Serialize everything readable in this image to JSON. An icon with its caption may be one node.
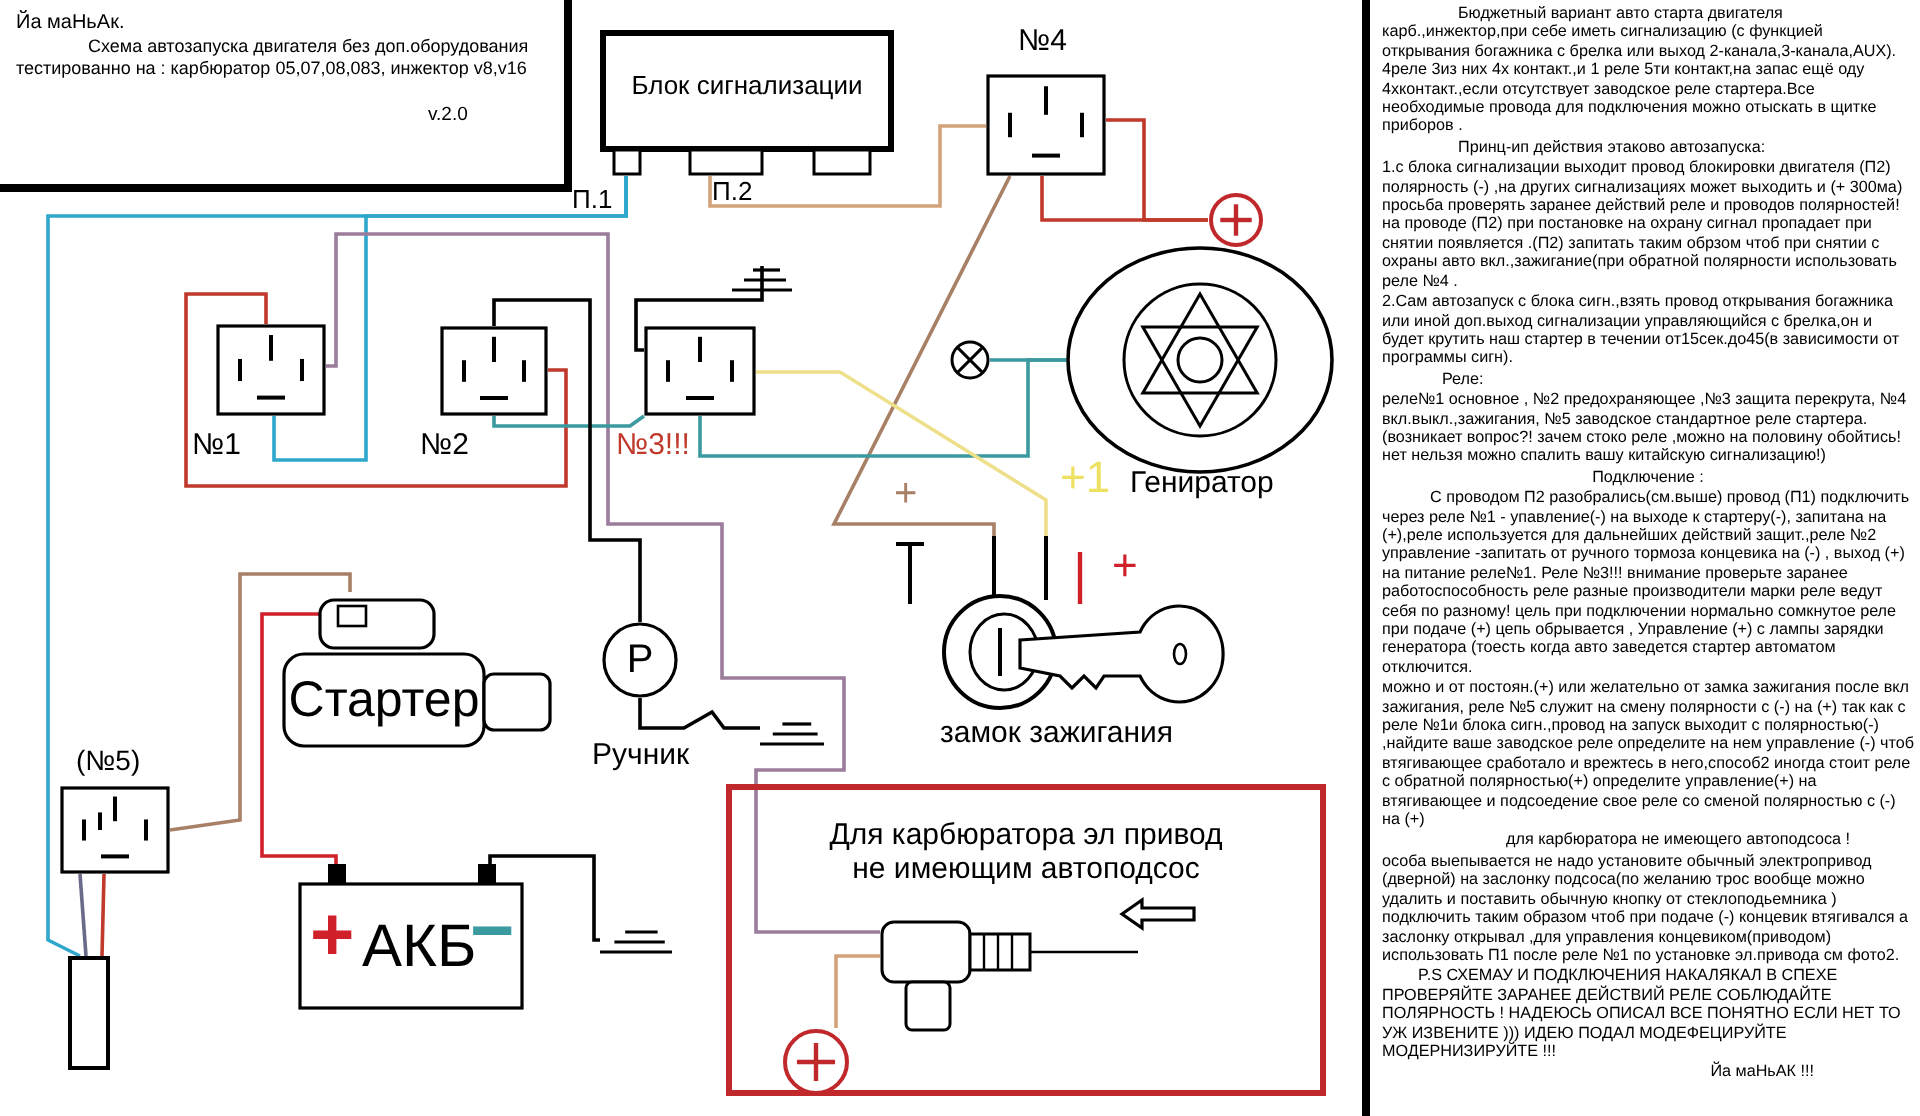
{
  "diagram": {
    "nodes": [
      {
        "text": [
          "Блок сигнализации"
        ]
      },
      {
        "text": [
          "№4"
        ]
      },
      {
        "text": [],
        "shape": "circle"
      },
      {
        "text": [
          "№1"
        ]
      },
      {
        "text": [
          "№2"
        ]
      },
      {
        "text": [
          "№3!!!"
        ]
      },
      {
        "text": [],
        "shape": "ground"
      },
      {
        "text": [],
        "shape": "circle"
      },
      {
        "text": [
          "Гениратор"
        ]
      },
      {
        "text": [
          "замок зажигания"
        ]
      },
      {
        "text": [
          "P"
        ],
        "beside": [
          "Ручник"
        ]
      },
      {
        "text": [],
        "shape": "ground"
      },
      {
        "text": [
          "Стартер"
        ]
      },
      {
        "text": [
          "(№5)"
        ]
      },
      {
        "text": [],
        "shape": "box"
      },
      {
        "text": [
          "+",
          "АКБ",
          "−"
        ]
      },
      {
        "text": [],
        "shape": "ground"
      },
      {
        "text": [
          "Для карбюратора эл привод не имеющим автоподсос"
        ]
      },
      {
        "text": [],
        "shape": "picture",
        "in": 17
      },
      {
        "text": [],
        "shape": "circle",
        "in": 17
      }
    ],
    "edges": [
      {
        "from": 0,
        "to": 3,
        "arrow": "none",
        "color": "#2ea7cc"
      },
      {
        "from": 0,
        "to": 14,
        "arrow": "none",
        "color": "#2ea7cc"
      },
      {
        "from": 0,
        "to": 1,
        "arrow": "none",
        "color": "#d2a27a"
      },
      {
        "from": 1,
        "to": 2,
        "arrow": "none",
        "color": "#c0392b"
      },
      {
        "from": 1,
        "to": 2,
        "arrow": "none",
        "color": "#c0392b"
      },
      {
        "from": 1,
        "to": 9,
        "arrow": "none",
        "color": "#a88066"
      },
      {
        "from": 3,
        "to": 4,
        "arrow": "none",
        "color": "#c0392b"
      },
      {
        "from": 3,
        "to": 18,
        "arrow": "none",
        "color": "#9c7c9c"
      },
      {
        "from": 4,
        "to": 5,
        "arrow": "none",
        "color": "#3a9aa0"
      },
      {
        "from": 5,
        "to": 8,
        "arrow": "none",
        "color": "#3a9aa0"
      },
      {
        "from": 7,
        "to": 8,
        "arrow": "none",
        "color": "#3a9aa0"
      },
      {
        "from": 5,
        "to": 9,
        "arrow": "none",
        "color": "#eee08a"
      },
      {
        "from": 4,
        "to": 10,
        "arrow": "none",
        "color": "#000000"
      },
      {
        "from": 5,
        "to": 6,
        "arrow": "none",
        "color": "#000000"
      },
      {
        "from": 10,
        "to": 11,
        "arrow": "none",
        "color": "#000000"
      },
      {
        "from": 12,
        "to": 13,
        "arrow": "none",
        "color": "#a88066"
      },
      {
        "from": 15,
        "to": 12,
        "arrow": "none",
        "color": "#d0202a"
      },
      {
        "from": 15,
        "to": 16,
        "arrow": "none",
        "color": "#000000"
      },
      {
        "from": 13,
        "to": 14,
        "arrow": "none",
        "color": "#6a6a8a"
      },
      {
        "from": 13,
        "to": 14,
        "arrow": "none",
        "color": "#c0392b"
      },
      {
        "from": 18,
        "to": 19,
        "arrow": "none",
        "color": "#d2a27a"
      }
    ],
    "labels": [
      "Йа маНьАк.",
      "Схема автозапуска двигателя без доп.оборудования тестированно на : карбюратор 05,07,08,083, инжектор v8,v16",
      "v.2.0",
      "П.1",
      "П.2",
      "+1",
      "+",
      "+",
      "Бюджетный вариант авто старта двигателя карб.,инжектор,при себе иметь сигнализацию (с функцией открывания богажника с брелка или выход 2-канала,3-канала,AUX). 4реле 3из них 4х контакт.,и 1 реле 5ти контакт,на запас ещё оду 4хконтакт.,если отсутствует заводское реле стартера.Все необходимые провода для подключения можно отыскать в щитке приборов .",
      "Принц-ип действия этаково автозапуска:",
      "1.с блока сигнализации выходит провод блокировки двигателя (П2) полярность (-) ,на других сигнализациях может выходить и (+ 300ма) просьба проверять заранее действий реле и проводов полярностей! на проводе (П2) при постановке на охрану сигнал пропадает при снятии появляется .(П2) запитать таким обрзом чтоб при снятии с охраны авто вкл.,зажигание(при обратной полярности использовать реле №4 .",
      "2.Сам автозапуск с блока сигн.,взять провод открывания богажника или иной доп.выход сигнализации управляющийся с брелка,он и будет крутить наш стартер в течении от15сек.до45(в зависимости от программы сигн).",
      "Реле:",
      "реле№1 основное , №2 предохраняющее ,№3 защита перекрута, №4 вкл.выкл.,зажигания, №5 заводское стандартное реле стартера.(возникает вопрос?! зачем стоко реле ,можно на половину обойтись! нет нельзя можно спалить вашу китайскую сигнализацию!)",
      "Подключение :",
      "С проводом П2 разобрались(см.выше) провод (П1) подключить через реле №1 - упавление(-) на выходе к стартеру(-), запитана на (+),реле используется для дальнейших действий защит.,реле №2 управление -запитать от ручного тормоза концевика на (-) , выход (+) на питание реле№1. Реле №3!!! внимание проверьте заранее работоспособность реле разные производители марки реле ведут себя по разному! цель при подключении нормально сомкнутое реле при подаче (+) цепь обрывается , Управление (+) с лампы зарядки генератора (тоесть когда авто заведется стартер автоматом отключится.",
      "можно и от постоян.(+) или желательно от замка зажигания после вкл зажигания, реле №5 служит на смену полярности с (-) на (+) так как с реле №1и блока сигн.,провод на запуск выходит с полярностью(-) ,найдите ваше заводское реле определите на нем управление (-) чтоб втягивающее сработало и врежтесь в него,способ2 иногда стоит реле с обратной полярностью(+) определите управление(+) на втягивающее и подсоедение свое реле со сменой полярностью с (-) на (+)",
      "для карбюратора не имеющего автоподсоса !",
      "особа выепывается не надо установите обычный электропривод (дверной) на заслонку подсоса(по желанию трос вообще можно удалить и поставить обычную кнопку от стеклоподьемника ) подключить таким образом чтоб при подаче (-) концевик втягивался а заслонку открывал ,для управления концевиком(приводом) использовать П1 после реле №1 по установке эл.привода см фото2.",
      "P.S СХЕМАУ И ПОДКЛЮЧЕНИЯ НАКАЛЯКАЛ В СПЕХЕ ПРОВЕРЯЙТЕ ЗАРАНЕЕ ДЕЙСТВИЙ РЕЛЕ СОБЛЮДАЙТЕ ПОЛЯРНОСТЬ ! НАДЕЮСЬ ОПИСАЛ ВСЕ ПОНЯТНО ЕСЛИ НЕТ ТО УЖ ИЗВЕНИТЕ ))) ИДЕЮ ПОДАЛ МОДЕФЕЦИРУЙТЕ МОДЕРНИЗИРУЙТЕ !!!",
      "Йа маНьАК !!!"
    ]
  }
}
